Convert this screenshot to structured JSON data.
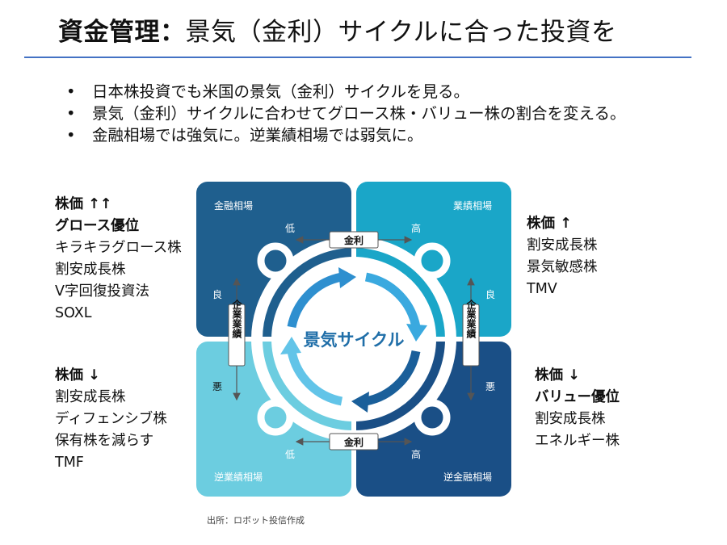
{
  "header": {
    "title_bold": "資金管理：",
    "title_rest": "景気（金利）サイクルに合った投資を"
  },
  "bullets": [
    "日本株投資でも米国の景気（金利）サイクルを見る。",
    "景気（金利）サイクルに合わせてグロース株・バリュー株の割合を変える。",
    "金融相場では強気に。逆業績相場では弱気に。"
  ],
  "notes": {
    "top_left": {
      "heading1": "株価 ↑↑",
      "heading2": "グロース優位",
      "items": [
        "キラキラグロース株",
        "割安成長株",
        "V字回復投資法",
        "SOXL"
      ]
    },
    "top_right": {
      "heading1": "株価 ↑",
      "items": [
        "割安成長株",
        "景気敏感株",
        "TMV"
      ]
    },
    "bottom_left": {
      "heading1": "株価 ↓",
      "items": [
        "割安成長株",
        "ディフェンシブ株",
        "保有株を減らす",
        "TMF"
      ]
    },
    "bottom_right": {
      "heading1": "株価 ↓",
      "heading2": "バリュー優位",
      "items": [
        "割安成長株",
        "エネルギー株"
      ]
    }
  },
  "diagram": {
    "quadrants": {
      "top_left": "金融相場",
      "top_right": "業績相場",
      "bottom_left": "逆業績相場",
      "bottom_right": "逆金融相場"
    },
    "center_label": "景気サイクル",
    "rate_label": "金利",
    "earnings_label": "企業業績",
    "low": "低",
    "high": "高",
    "good": "良",
    "bad": "悪",
    "colors": {
      "top_left": "#1f5f8e",
      "top_right": "#1aa6c8",
      "bottom_left": "#6ccde0",
      "bottom_right": "#1a4f86",
      "ring": "#2e8fcf"
    }
  },
  "credit": "出所：ロボット投信作成"
}
